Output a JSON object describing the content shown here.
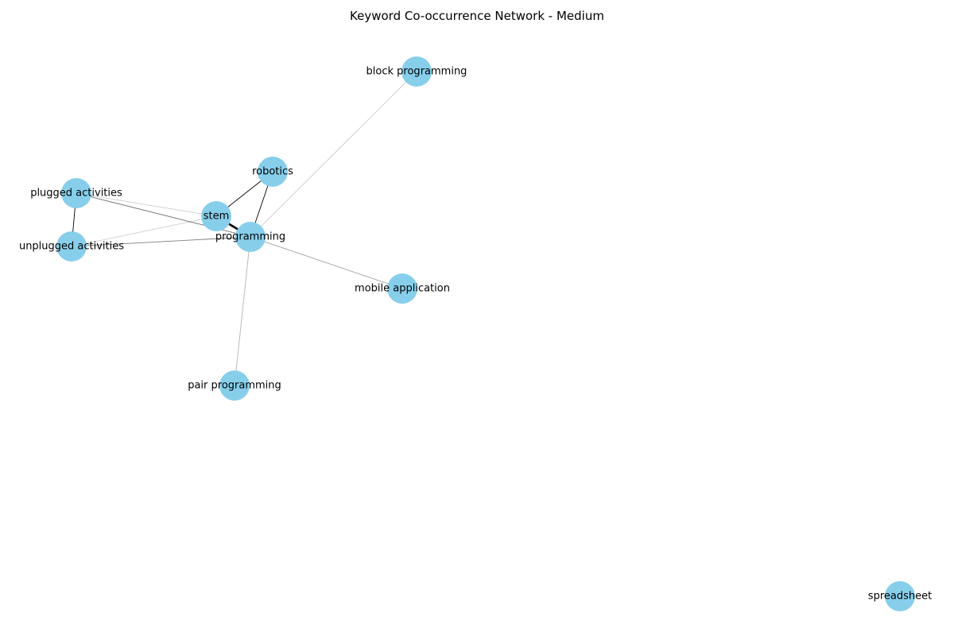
{
  "title": "Keyword Co-occurrence Network - Medium",
  "style": {
    "node_color": "#87ceeb",
    "edge_color": "#000000"
  },
  "nodes": [
    {
      "id": "block programming",
      "label": "block programming"
    },
    {
      "id": "robotics",
      "label": "robotics"
    },
    {
      "id": "plugged activities",
      "label": "plugged activities"
    },
    {
      "id": "stem",
      "label": "stem"
    },
    {
      "id": "programming",
      "label": "programming"
    },
    {
      "id": "unplugged activities",
      "label": "unplugged activities"
    },
    {
      "id": "mobile application",
      "label": "mobile application"
    },
    {
      "id": "pair programming",
      "label": "pair programming"
    },
    {
      "id": "spreadsheet",
      "label": "spreadsheet"
    }
  ],
  "edges": [
    {
      "source": "stem",
      "target": "programming",
      "weight": 3
    },
    {
      "source": "stem",
      "target": "robotics",
      "weight": 1
    },
    {
      "source": "robotics",
      "target": "programming",
      "weight": 1
    },
    {
      "source": "plugged activities",
      "target": "unplugged activities",
      "weight": 1
    },
    {
      "source": "plugged activities",
      "target": "programming",
      "weight": 0.6
    },
    {
      "source": "unplugged activities",
      "target": "programming",
      "weight": 0.5
    },
    {
      "source": "programming",
      "target": "mobile application",
      "weight": 0.4
    },
    {
      "source": "programming",
      "target": "pair programming",
      "weight": 0.3
    },
    {
      "source": "programming",
      "target": "block programming",
      "weight": 0.2
    },
    {
      "source": "plugged activities",
      "target": "stem",
      "weight": 0.2
    },
    {
      "source": "unplugged activities",
      "target": "stem",
      "weight": 0.2
    }
  ]
}
